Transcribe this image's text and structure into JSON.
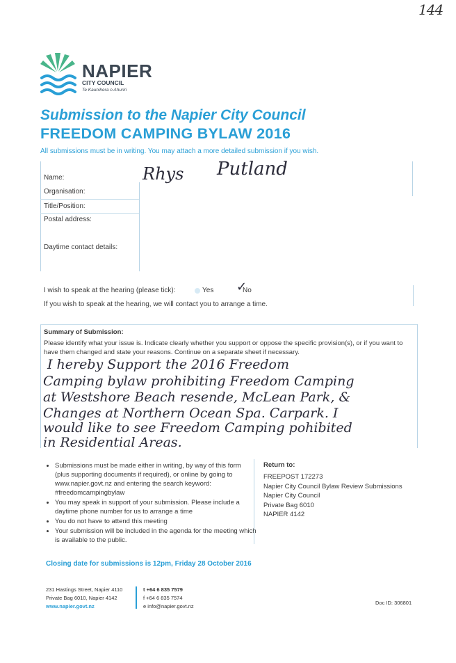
{
  "page_number": "144",
  "header": {
    "org_name": "NAPIER",
    "org_subtitle": "CITY COUNCIL",
    "org_maori": "Te Kaunihera o Ahuriri",
    "title_line1": "Submission to the Napier City Council",
    "title_line2": "FREEDOM CAMPING BYLAW 2016",
    "intro": "All submissions must be in writing. You may attach a more detailed submission if you wish."
  },
  "fields": {
    "name_label": "Name:",
    "name_value_first": "Rhys",
    "name_value_last": "Putland",
    "organisation_label": "Organisation:",
    "title_label": "Title/Position:",
    "postal_label": "Postal address:",
    "daytime_label": "Daytime contact details:"
  },
  "hearing": {
    "question": "I wish to speak at the hearing (please tick):",
    "yes_label": "Yes",
    "no_label": "No",
    "selected": "No",
    "tick_mark": "✓",
    "note": "If you wish to speak at the hearing, we will contact you to arrange a time."
  },
  "summary": {
    "title": "Summary of Submission:",
    "instructions": "Please identify what your issue is. Indicate clearly whether you support or oppose the specific provision(s), or if you want to have them changed and state your reasons. Continue on a separate sheet if necessary.",
    "handwritten_lines": [
      "I hereby Support the 2016 Freedom",
      "Camping bylaw prohibiting Freedom Camping",
      "at Westshore Beach resende, McLean Park, &",
      "Changes at Northern Ocean Spa. Carpark. I",
      "would like to see Freedom Camping pohibited",
      "in Residential Areas."
    ]
  },
  "info_bullets": [
    "Submissions must be made either in writing, by way of this form (plus supporting documents if required), or online by going to www.napier.govt.nz and entering the search keyword: #freedomcampingbylaw",
    "You may speak in support of your submission. Please include a daytime phone number for us to arrange a time",
    "You do not have to attend this meeting",
    "Your submission will be included in the agenda for the meeting which is available to the public."
  ],
  "return_to": {
    "title": "Return to:",
    "lines": [
      "FREEPOST 172273",
      "Napier City Council Bylaw Review Submissions",
      "Napier City Council",
      "Private Bag 6010",
      "NAPIER 4142"
    ]
  },
  "closing": "Closing date for submissions is 12pm, Friday 28 October 2016",
  "footer": {
    "address1": "231 Hastings Street, Napier 4110",
    "address2": "Private Bag 6010, Napier 4142",
    "website": "www.napier.govt.nz",
    "phone": "t +64 6 835 7579",
    "fax": "f +64 6 835 7574",
    "email": "e info@napier.govt.nz",
    "doc_id": "Doc ID: 306801"
  },
  "colors": {
    "brand_blue": "#2a9fd6",
    "brand_green": "#49b58a",
    "logo_text": "#3b4652"
  }
}
